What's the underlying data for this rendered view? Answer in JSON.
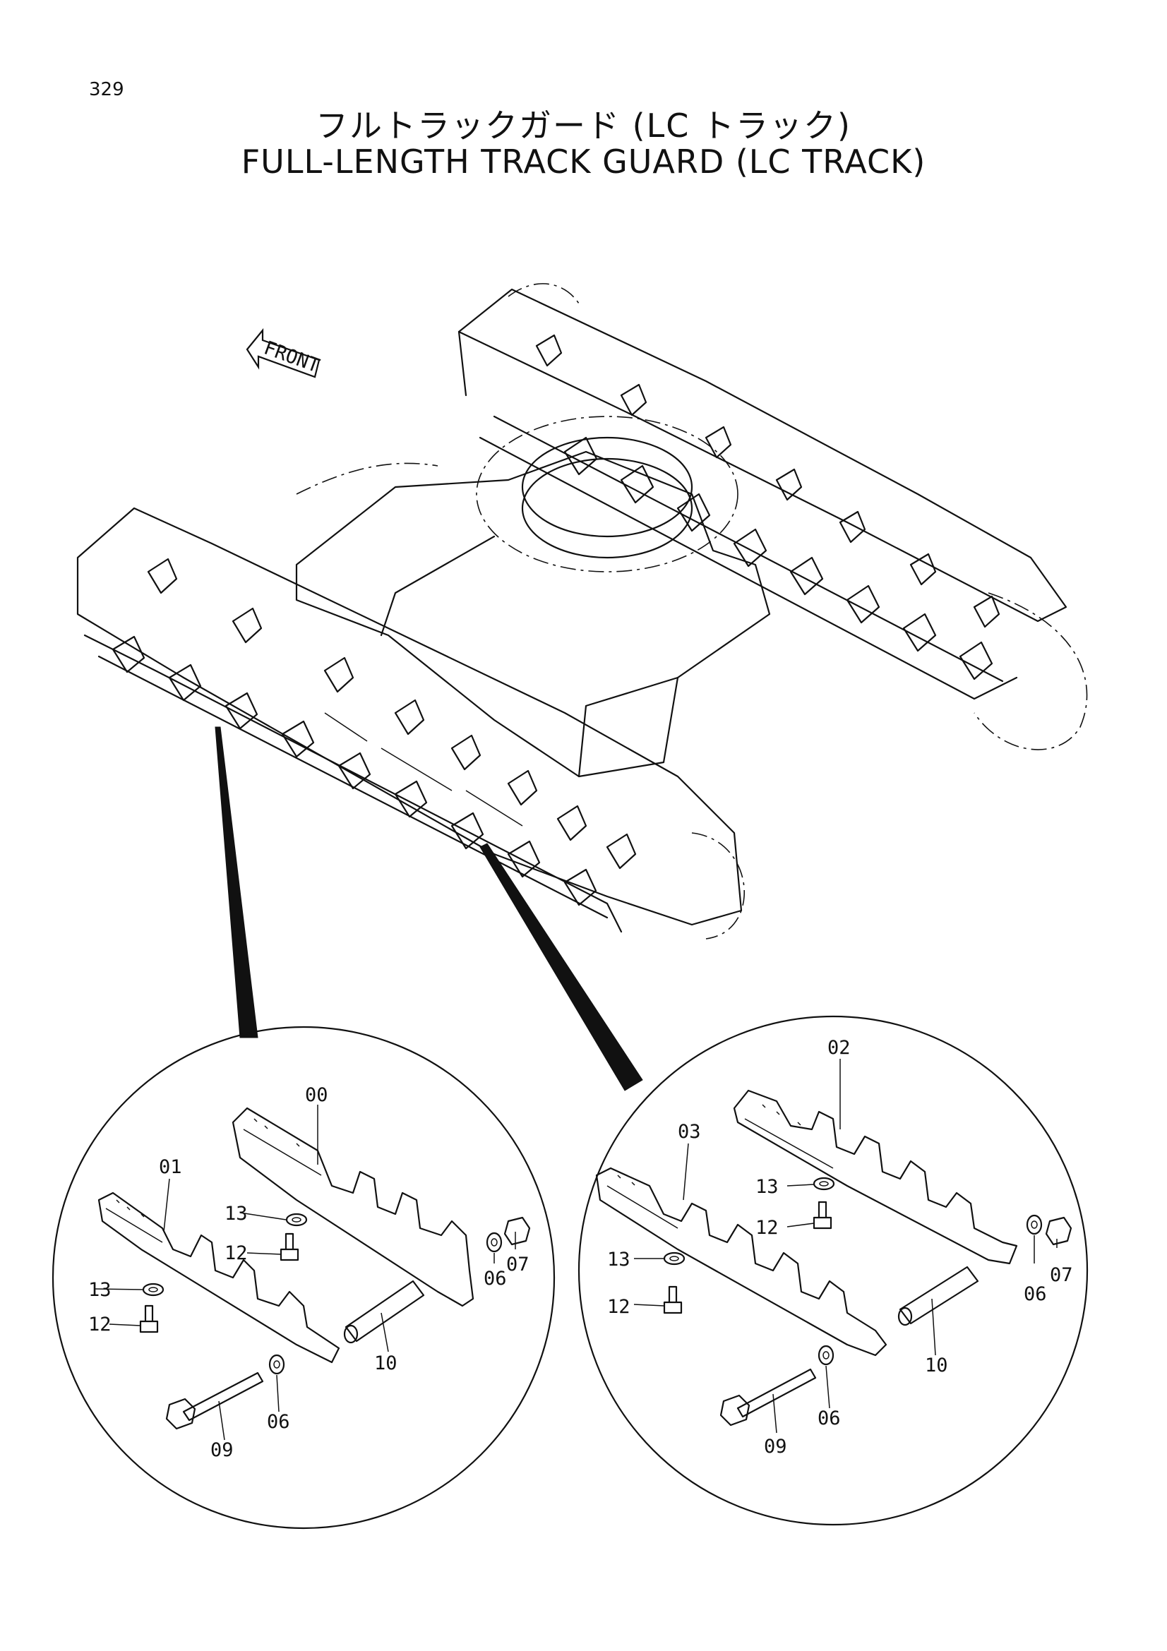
{
  "page": {
    "number": "329"
  },
  "title": {
    "japanese": "フルトラックガード (LC トラック)",
    "english": "FULL-LENGTH TRACK GUARD (LC TRACK)"
  },
  "orientation": {
    "front_label": "FRONT"
  },
  "detail_left": {
    "callouts": [
      "00",
      "01",
      "13",
      "12",
      "13",
      "12",
      "06",
      "07",
      "10",
      "06",
      "09"
    ]
  },
  "detail_right": {
    "callouts": [
      "02",
      "03",
      "13",
      "12",
      "13",
      "12",
      "06",
      "07",
      "10",
      "06",
      "09"
    ]
  }
}
